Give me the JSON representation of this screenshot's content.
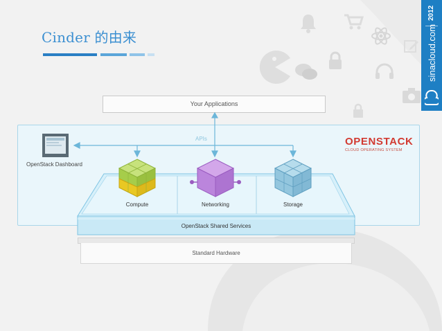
{
  "slide": {
    "title": "Cinder 的由来",
    "accent_color": "#3b8fd1",
    "title_bar_colors": [
      "#2a7fc4",
      "#5aa5d9",
      "#8fc3e8",
      "#c7e0f2"
    ]
  },
  "sidebar": {
    "year": "2012",
    "domain": "sinacloud.com",
    "background_color": "#1e7fc4",
    "icon": "cloud-icon"
  },
  "decorative_icons": [
    "bell-icon",
    "cart-icon",
    "atom-icon",
    "pacman-icon",
    "chat-bubbles-icon",
    "lock-icon",
    "headphones-icon",
    "camera-icon",
    "pencil-icon",
    "android-icon",
    "gear-icon"
  ],
  "diagram": {
    "applications_label": "Your Applications",
    "apis_label": "APIs",
    "dashboard_label": "OpenStack Dashboard",
    "brand": {
      "name": "OPENSTACK",
      "tagline": "CLOUD OPERATING SYSTEM",
      "color": "#d23a31"
    },
    "modules": [
      {
        "label": "Compute",
        "color": "#a6cd4a",
        "accent": "#e4c21c"
      },
      {
        "label": "Networking",
        "color": "#b57ed6",
        "accent": "#9a5cc0"
      },
      {
        "label": "Storage",
        "color": "#8fc2dc",
        "accent": "#6aa8c8"
      }
    ],
    "shared_services_label": "OpenStack Shared Services",
    "hardware_label": "Standard Hardware"
  }
}
